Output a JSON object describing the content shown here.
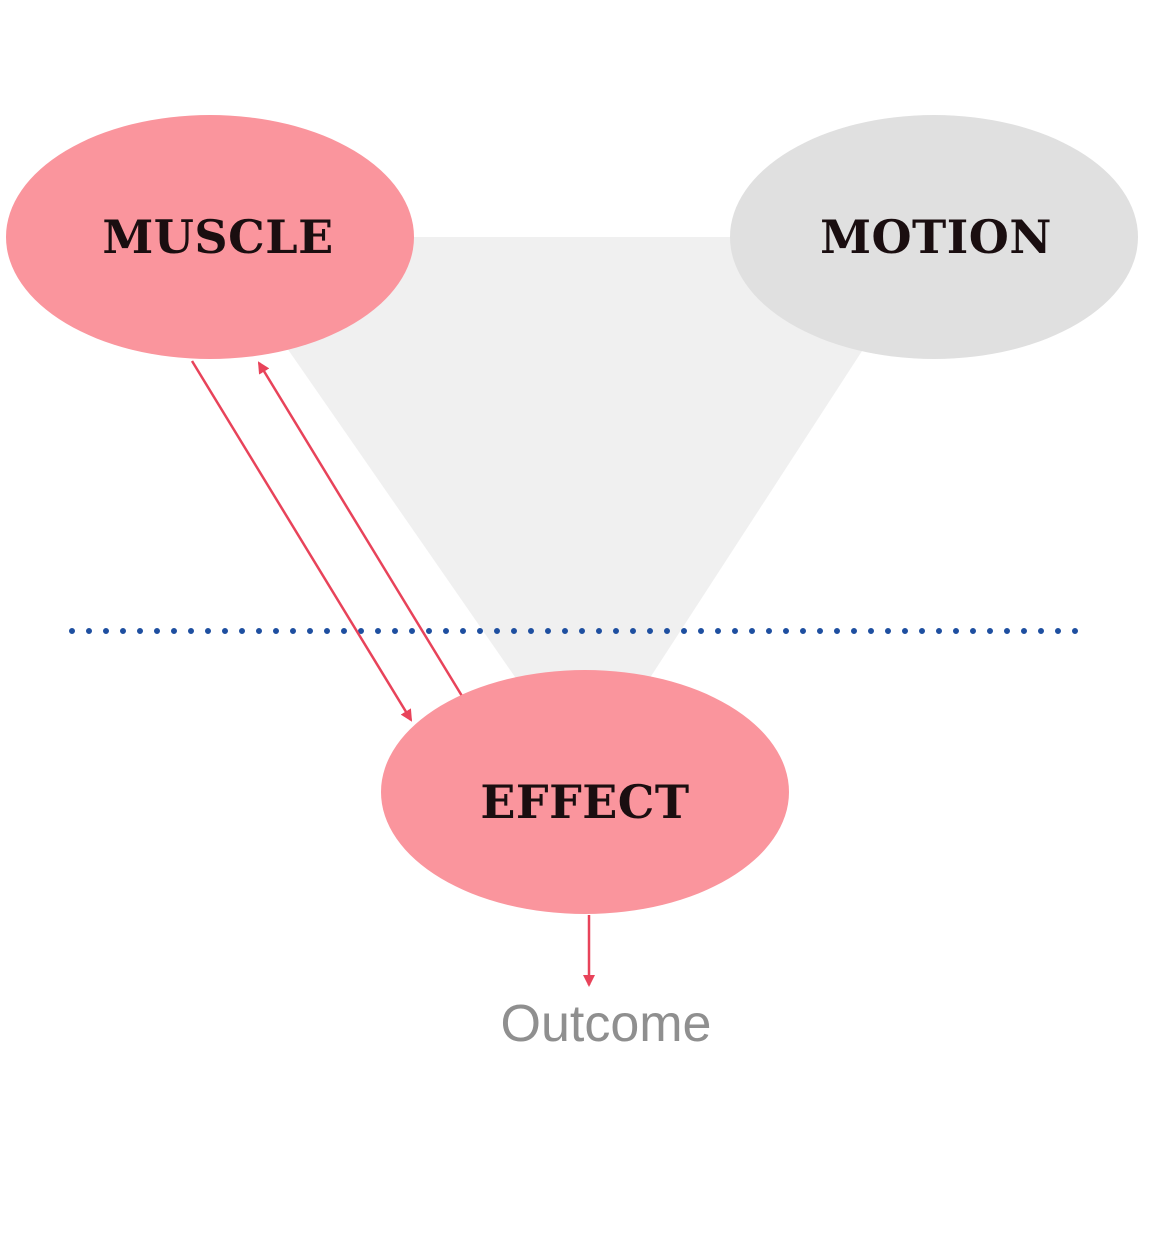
{
  "diagram": {
    "nodes": {
      "muscle": {
        "label": "MUSCLE",
        "fill": "#fa959d"
      },
      "motion": {
        "label": "MOTION",
        "fill": "#e0e0e0"
      },
      "effect": {
        "label": "EFFECT",
        "fill": "#fa959d"
      }
    },
    "outcome_label": "Outcome",
    "colors": {
      "triangle": "#f0f0f0",
      "arrow": "#e8435a",
      "divider": "#1e4fa0",
      "label_text": "#1a0e10",
      "outcome_text": "#8f8f8f"
    },
    "edges": [
      {
        "from": "MUSCLE",
        "to": "EFFECT"
      },
      {
        "from": "EFFECT",
        "to": "MUSCLE"
      },
      {
        "from": "EFFECT",
        "to": "Outcome"
      }
    ]
  }
}
